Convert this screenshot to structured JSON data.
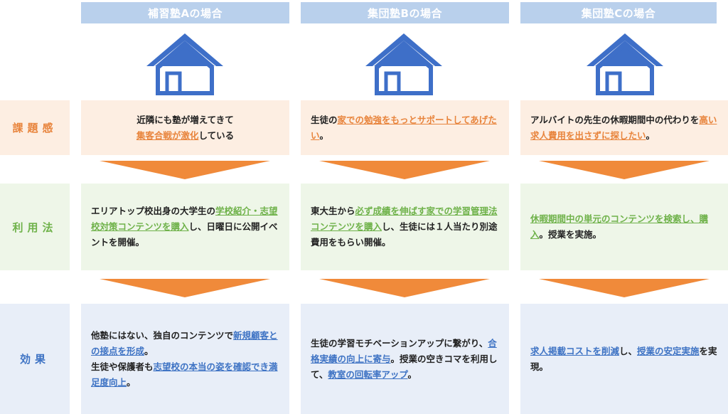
{
  "columns": [
    {
      "title": "補習塾Aの場合"
    },
    {
      "title": "集団塾Bの場合"
    },
    {
      "title": "集団塾Cの場合"
    }
  ],
  "rows": {
    "challenge": {
      "label": "課題感",
      "cells": [
        {
          "t1": "近隣にも塾が増えてきて",
          "br": true,
          "hl1": "集客合戦が激化",
          "t2": "している"
        },
        {
          "t1": "生徒の",
          "hl1": "家での勉強をもっとサポートしてあげたい",
          "t2": "。"
        },
        {
          "t1": "アルバイトの先生の休暇期間中の代わりを",
          "hl1": "高い求人費用を出さずに探したい",
          "t2": "。"
        }
      ]
    },
    "usage": {
      "label": "利用法",
      "cells": [
        {
          "t1": "エリアトップ校出身の大学生の",
          "hl1": "学校紹介・志望校対策コンテンツを購入",
          "t2": "し、日曜日に公開イベントを開催。"
        },
        {
          "t1": "東大生から",
          "hl1": "必ず成績を伸ばす家での学習管理法コンテンツを購入",
          "t2": "し、生徒には１人当たり別途費用をもらい開催。"
        },
        {
          "t1": "",
          "hl1": "休暇期間中の単元のコンテンツを検索し、購入",
          "t2": "。授業を実施。"
        }
      ]
    },
    "effect": {
      "label": "効果",
      "cells": [
        {
          "t1": "他塾にはない、独自のコンテンツで",
          "hl1": "新規顧客との接点を形成",
          "t2": "。",
          "t3": "生徒や保護者も",
          "hl2": "志望校の本当の姿を確認でき満足度向上",
          "t4": "。"
        },
        {
          "t1": "生徒の学習モチベーションアップに繋がり、",
          "hl1": "合格実績の向上に寄与",
          "t2": "。授業の空きコマを利用して、",
          "hl2": "教室の回転率アップ",
          "t3": "。"
        },
        {
          "t1": "",
          "hl1": "求人掲載コストを削減",
          "t2": "し、",
          "hl2": "授業の安定実施",
          "t3": "を実現。"
        }
      ]
    }
  },
  "icons": {
    "house": "house-icon",
    "arrow": "down-arrow-icon"
  },
  "colors": {
    "header_bg": "#b9d0ec",
    "house": "#3e6fc8",
    "arrow": "#f08a3a",
    "challenge": "#e8843c",
    "usage": "#6fb24a",
    "effect": "#3e73c4"
  }
}
